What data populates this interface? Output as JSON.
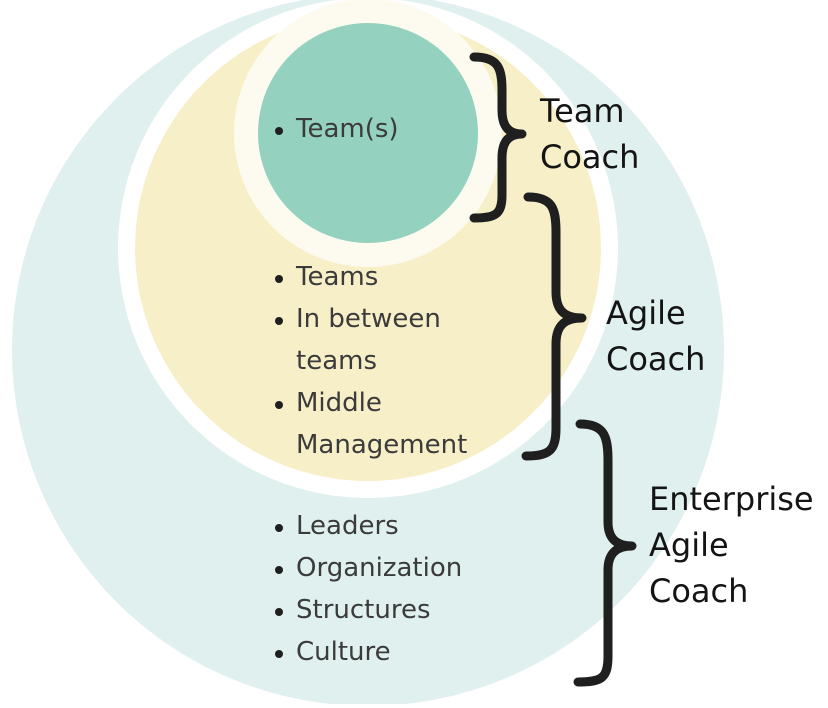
{
  "colors": {
    "outer_circle": "#e0f0ee",
    "middle_circle": "#f7efc8",
    "inner_halo": "#fdfbf0",
    "inner_circle": "#94d2bf",
    "brace": "#1f1f1f",
    "text": "#3b3b3b",
    "role_text": "#141414"
  },
  "inner": {
    "items": [
      "Team(s)"
    ]
  },
  "middle": {
    "items": [
      "Teams",
      "In between",
      "teams",
      "Middle",
      "Management"
    ]
  },
  "outer": {
    "items": [
      "Leaders",
      "Organization",
      "Structures",
      "Culture"
    ]
  },
  "roles": {
    "team_coach": [
      "Team",
      "Coach"
    ],
    "agile_coach": [
      "Agile",
      "Coach"
    ],
    "enterprise_agile_coach": [
      "Enterprise",
      "Agile",
      "Coach"
    ]
  }
}
